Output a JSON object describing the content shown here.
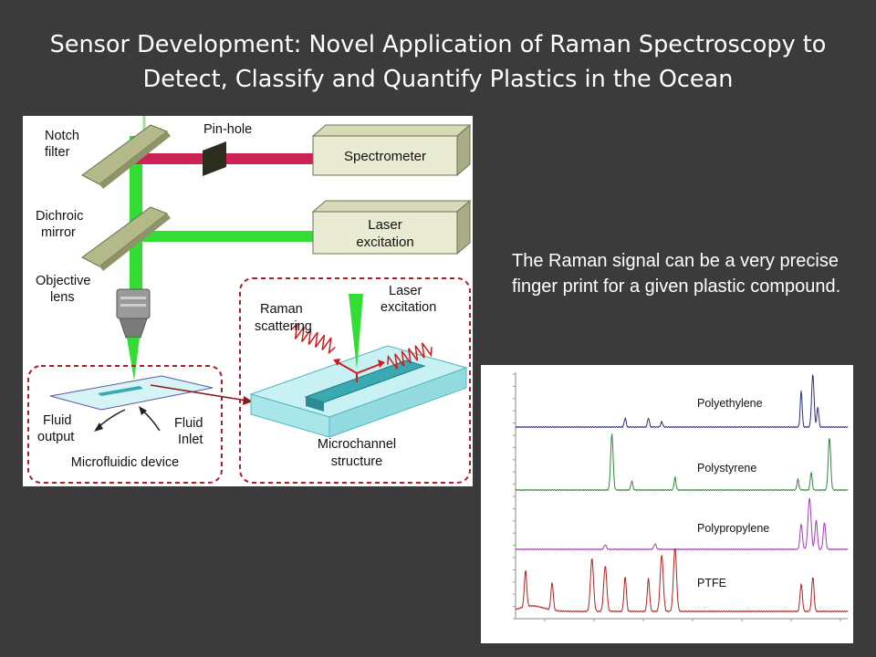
{
  "slide": {
    "title": "Sensor Development: Novel Application of Raman Spectroscopy to Detect, Classify and Quantify Plastics in the Ocean",
    "description": "The Raman signal can be a very precise finger print for a given plastic compound."
  },
  "diagram": {
    "labels": {
      "notch_filter_1": "Notch",
      "notch_filter_2": "filter",
      "pinhole": "Pin-hole",
      "spectrometer": "Spectrometer",
      "dichroic_1": "Dichroic",
      "dichroic_2": "mirror",
      "laser_box_1": "Laser",
      "laser_box_2": "excitation",
      "objective_1": "Objective",
      "objective_2": "lens",
      "raman_1": "Raman",
      "raman_2": "scattering",
      "laser_exc_1": "Laser",
      "laser_exc_2": "excitation",
      "fluid_output_1": "Fluid",
      "fluid_output_2": "output",
      "fluid_inlet_1": "Fluid",
      "fluid_inlet_2": "Inlet",
      "microfluidic": "Microfluidic device",
      "microchannel_1": "Microchannel",
      "microchannel_2": "structure"
    },
    "colors": {
      "laser_green": "#33dd33",
      "signal_red": "#cc2255",
      "box_fill": "#e9ebd2",
      "mirror_fill": "#b4b98a",
      "dash_red": "#b01c2e",
      "chip_fill": "#bfeef2",
      "channel_fill": "#3aa9b2"
    }
  },
  "spectra": {
    "series": [
      {
        "name": "Polyethylene",
        "color": "#2b2f8f"
      },
      {
        "name": "Polystyrene",
        "color": "#2f8a3a"
      },
      {
        "name": "Polypropylene",
        "color": "#a53cc0"
      },
      {
        "name": "PTFE",
        "color": "#b22222"
      }
    ]
  }
}
